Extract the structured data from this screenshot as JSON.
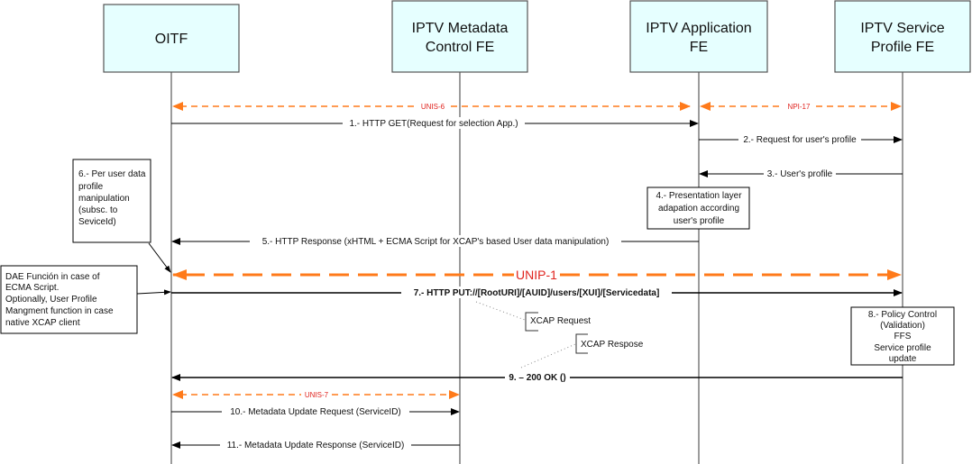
{
  "actors": [
    {
      "id": "oitf",
      "lines": [
        "OITF"
      ]
    },
    {
      "id": "metadata",
      "lines": [
        "IPTV Metadata",
        "Control FE"
      ]
    },
    {
      "id": "app",
      "lines": [
        "IPTV Application",
        "FE"
      ]
    },
    {
      "id": "profile",
      "lines": [
        "IPTV Service",
        "Profile FE"
      ]
    }
  ],
  "interfaces": [
    {
      "label": "UNIS-6",
      "from": "oitf",
      "to": "app",
      "style": "small"
    },
    {
      "label": "NPI-17",
      "from": "app",
      "to": "profile",
      "style": "small"
    },
    {
      "label": "UNIP-1",
      "from": "oitf",
      "to": "profile",
      "style": "big"
    },
    {
      "label": "UNIS-7",
      "from": "oitf",
      "to": "metadata",
      "style": "small"
    }
  ],
  "messages": [
    {
      "label": "1.- HTTP GET(Request for selection App.)",
      "from": "oitf",
      "to": "app",
      "bold": false
    },
    {
      "label": "2.- Request for user's profile",
      "from": "app",
      "to": "profile",
      "bold": false
    },
    {
      "label": "3.- User's profile",
      "from": "profile",
      "to": "app",
      "bold": false
    },
    {
      "label": "5.- HTTP Response (xHTML + ECMA Script for XCAP's based User data manipulation)",
      "from": "app",
      "to": "oitf",
      "bold": false
    },
    {
      "label": "7.- HTTP  PUT://[RootURI]/[AUID]/users/[XUI]/[Servicedata]",
      "from": "oitf",
      "to": "profile",
      "bold": true
    },
    {
      "label": "9. – 200 OK ()",
      "from": "profile",
      "to": "oitf",
      "bold": true
    },
    {
      "label": "10.- Metadata Update  Request (ServiceID)",
      "from": "oitf",
      "to": "metadata",
      "bold": false
    },
    {
      "label": "11.- Metadata Update Response (ServiceID)",
      "from": "metadata",
      "to": "oitf",
      "bold": false
    }
  ],
  "notes": [
    {
      "id": "presentation",
      "lines": [
        "4.- Presentation layer",
        "adapation according",
        "user's profile"
      ]
    },
    {
      "id": "per-user",
      "lines": [
        "6.- Per user data",
        "profile",
        "manipulation",
        "(subsc. to",
        "SeviceId)"
      ]
    },
    {
      "id": "dae",
      "lines": [
        "DAE Función in case of",
        "ECMA Script.",
        "Optionally,  User Profile",
        "Mangment function in case",
        "native XCAP client"
      ]
    },
    {
      "id": "policy",
      "lines": [
        "8.- Policy Control",
        "(Validation)",
        "FFS",
        "Service profile",
        "update"
      ]
    }
  ],
  "annotations": [
    {
      "id": "xcap-request",
      "label": "XCAP Request"
    },
    {
      "id": "xcap-response",
      "label": "XCAP Respose"
    }
  ],
  "colors": {
    "actor_fill": "#e6ffff",
    "interface_line": "#ff7a1a",
    "interface_label": "#e0241f",
    "message_line": "#000000"
  }
}
